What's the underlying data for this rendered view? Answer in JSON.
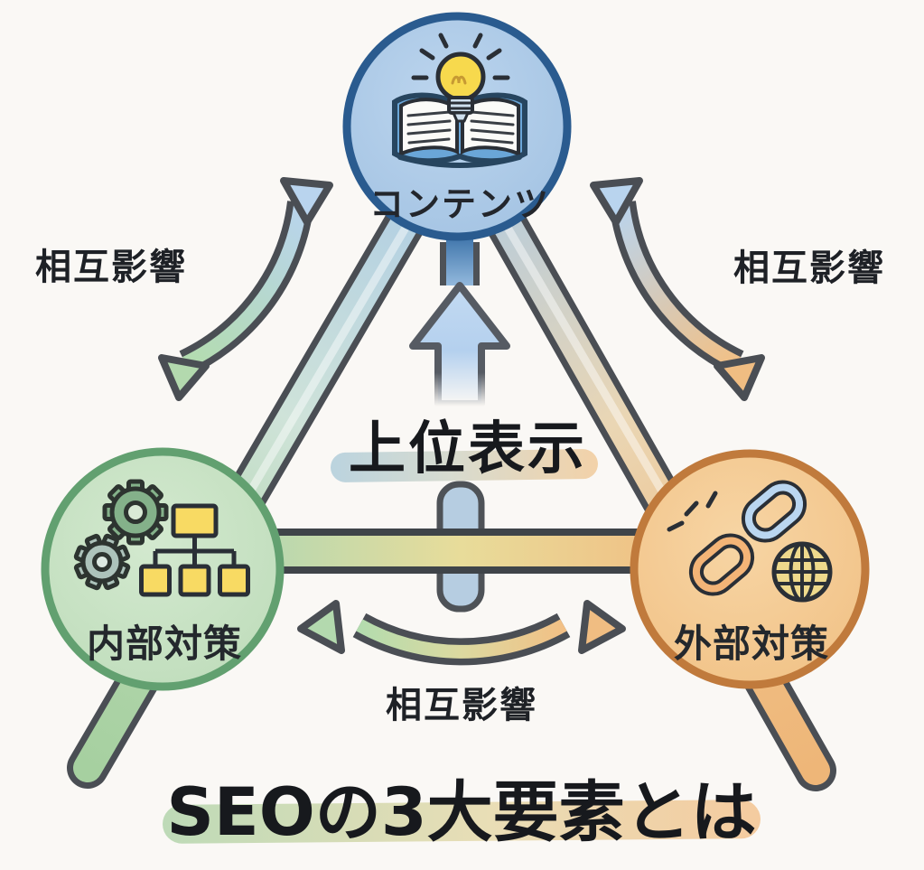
{
  "diagram": {
    "title": "SEOの3大要素とは",
    "goal_label": "上位表示",
    "nodes": [
      {
        "id": "content",
        "label": "コンテンツ",
        "icon": "book-lightbulb-icon",
        "fill": "#a8c6e4",
        "border": "#2a5b8f"
      },
      {
        "id": "internal",
        "label": "内部対策",
        "icon": "gears-sitemap-icon",
        "fill": "#c7e2c3",
        "border": "#62a070"
      },
      {
        "id": "external",
        "label": "外部対策",
        "icon": "links-globe-icon",
        "fill": "#f4c78d",
        "border": "#c07a3c"
      }
    ],
    "arrows": [
      {
        "position": "left",
        "label": "相互影響"
      },
      {
        "position": "right",
        "label": "相互影響"
      },
      {
        "position": "bottom",
        "label": "相互影響"
      }
    ],
    "colors": {
      "background": "#faf8f5",
      "outline_gray": "#4a4e54",
      "text": "#24282d",
      "arrow_blue": "#b9d4ee",
      "arrow_green": "#b3d9ae",
      "arrow_orange": "#f0bd82",
      "highlight_green": "#aed3a8",
      "highlight_orange": "#f3c08a"
    }
  }
}
